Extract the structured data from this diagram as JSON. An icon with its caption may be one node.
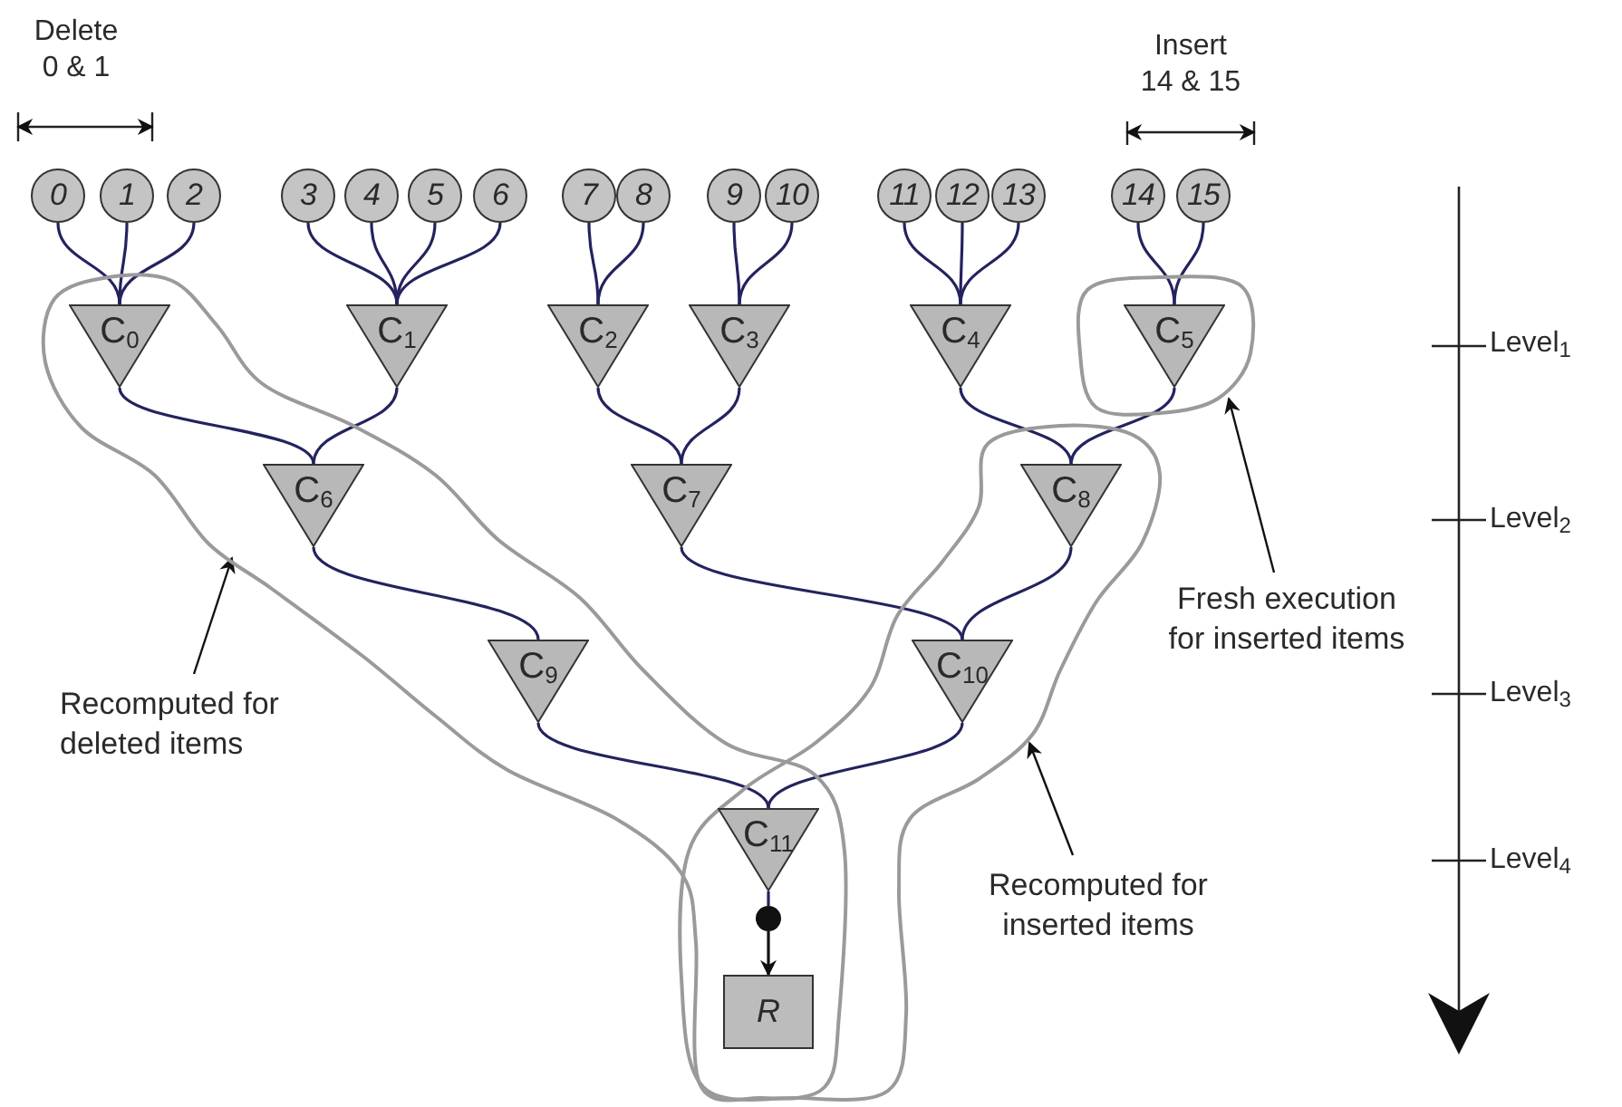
{
  "diagram": {
    "nodes": [
      {
        "text": [
          "0"
        ]
      },
      {
        "text": [
          "1"
        ]
      },
      {
        "text": [
          "2"
        ]
      },
      {
        "text": [
          "3"
        ]
      },
      {
        "text": [
          "4"
        ]
      },
      {
        "text": [
          "5"
        ]
      },
      {
        "text": [
          "6"
        ]
      },
      {
        "text": [
          "7"
        ]
      },
      {
        "text": [
          "8"
        ]
      },
      {
        "text": [
          "9"
        ]
      },
      {
        "text": [
          "10"
        ]
      },
      {
        "text": [
          "11"
        ]
      },
      {
        "text": [
          "12"
        ]
      },
      {
        "text": [
          "13"
        ]
      },
      {
        "text": [
          "14"
        ]
      },
      {
        "text": [
          "15"
        ]
      },
      {
        "text": [
          "C$_{0}$"
        ],
        "in": 30
      },
      {
        "text": [
          "C$_{1}$"
        ]
      },
      {
        "text": [
          "C$_{2}$"
        ]
      },
      {
        "text": [
          "C$_{3}$"
        ]
      },
      {
        "text": [
          "C$_{4}$"
        ]
      },
      {
        "text": [
          "C$_{5}$"
        ],
        "in": 32
      },
      {
        "text": [
          "C$_{6}$"
        ],
        "in": 30
      },
      {
        "text": [
          "C$_{7}$"
        ]
      },
      {
        "text": [
          "C$_{8}$"
        ],
        "in": 31
      },
      {
        "text": [
          "C$_{9}$"
        ],
        "in": 30
      },
      {
        "text": [
          "C$_{10}$"
        ],
        "in": 31
      },
      {
        "text": [
          "C$_{11}$"
        ]
      },
      {
        "text": [
          "R"
        ]
      },
      {
        "text": [],
        "shape": "circle"
      },
      {
        "text": [],
        "shape": "outline"
      },
      {
        "text": [],
        "shape": "outline"
      },
      {
        "text": [],
        "shape": "outline"
      },
      {
        "text": [
          "Recomputed for deleted items"
        ]
      },
      {
        "text": [
          "Recomputed for inserted items"
        ]
      },
      {
        "text": [
          "Fresh execution for inserted items"
        ]
      }
    ],
    "edges": [
      {
        "from": 0,
        "to": 16,
        "arrow": "none"
      },
      {
        "from": 1,
        "to": 16,
        "arrow": "none"
      },
      {
        "from": 2,
        "to": 16,
        "arrow": "none"
      },
      {
        "from": 3,
        "to": 17,
        "arrow": "none"
      },
      {
        "from": 4,
        "to": 17,
        "arrow": "none"
      },
      {
        "from": 5,
        "to": 17,
        "arrow": "none"
      },
      {
        "from": 6,
        "to": 17,
        "arrow": "none"
      },
      {
        "from": 7,
        "to": 18,
        "arrow": "none"
      },
      {
        "from": 8,
        "to": 18,
        "arrow": "none"
      },
      {
        "from": 9,
        "to": 19,
        "arrow": "none"
      },
      {
        "from": 10,
        "to": 19,
        "arrow": "none"
      },
      {
        "from": 11,
        "to": 20,
        "arrow": "none"
      },
      {
        "from": 12,
        "to": 20,
        "arrow": "none"
      },
      {
        "from": 13,
        "to": 20,
        "arrow": "none"
      },
      {
        "from": 14,
        "to": 21,
        "arrow": "none"
      },
      {
        "from": 15,
        "to": 21,
        "arrow": "none"
      },
      {
        "from": 16,
        "to": 22,
        "arrow": "none"
      },
      {
        "from": 17,
        "to": 22,
        "arrow": "none"
      },
      {
        "from": 18,
        "to": 23,
        "arrow": "none"
      },
      {
        "from": 19,
        "to": 23,
        "arrow": "none"
      },
      {
        "from": 20,
        "to": 24,
        "arrow": "none"
      },
      {
        "from": 21,
        "to": 24,
        "arrow": "none"
      },
      {
        "from": 22,
        "to": 25,
        "arrow": "none"
      },
      {
        "from": 23,
        "to": 26,
        "arrow": "none"
      },
      {
        "from": 24,
        "to": 26,
        "arrow": "none"
      },
      {
        "from": 25,
        "to": 27,
        "arrow": "none"
      },
      {
        "from": 26,
        "to": 27,
        "arrow": "none"
      },
      {
        "from": 27,
        "to": 29,
        "arrow": "none"
      },
      {
        "from": 29,
        "to": 28,
        "arrow": "to",
        "color": "#111111"
      },
      {
        "from": 33,
        "to": 30,
        "arrow": "to",
        "color": "#111111"
      },
      {
        "from": 34,
        "to": 31,
        "arrow": "to",
        "color": "#111111"
      },
      {
        "from": 35,
        "to": 32,
        "arrow": "to",
        "color": "#111111"
      }
    ],
    "labels": [
      "Delete 0 & 1",
      "Insert 14 & 15",
      "Level$_{1}$",
      "Level$_{2}$",
      "Level$_{3}$",
      "Level$_{4}$"
    ]
  }
}
